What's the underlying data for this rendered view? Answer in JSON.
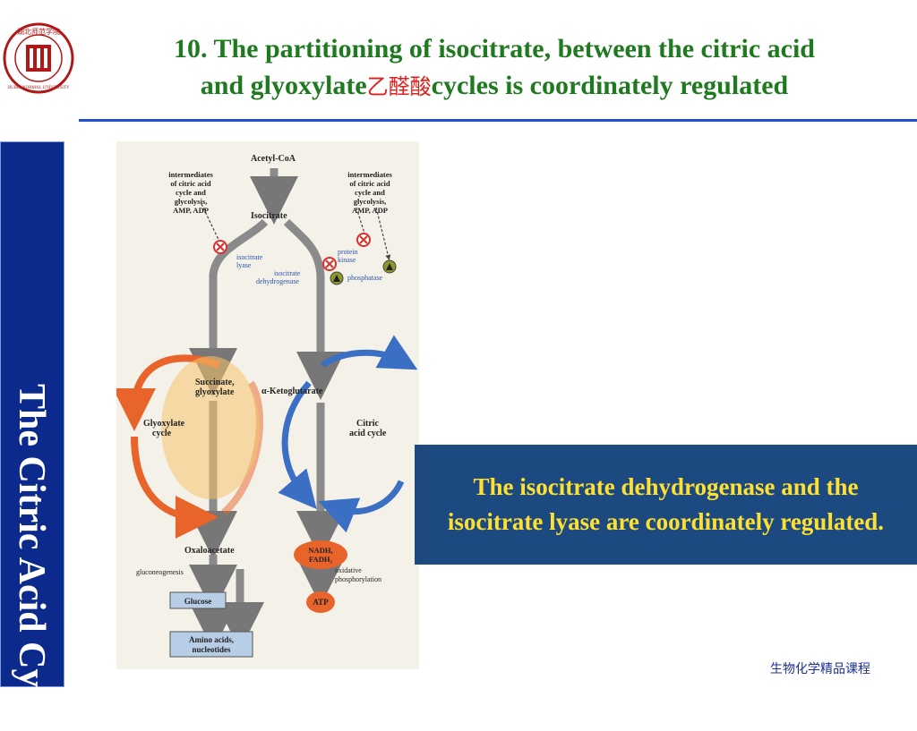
{
  "slide": {
    "title_line1": "10. The partitioning of isocitrate, between the citric acid",
    "title_line2_a": "and glyoxylate",
    "title_line2_cn": "乙醛酸",
    "title_line2_b": "cycles is coordinately regulated",
    "sidebar_title": "The Citric Acid Cycle",
    "callout": "The isocitrate dehydrogenase and the isocitrate lyase are coordinately regulated.",
    "footer": "生物化学精品课程"
  },
  "logo": {
    "ring_text": "湖北师范学院",
    "bottom_text": "HUBEI NORMAL UNIVERSITY"
  },
  "diagram": {
    "acetyl_coa": "Acetyl-CoA",
    "isocitrate": "Isocitrate",
    "left_effectors": [
      "intermediates",
      "of citric acid",
      "cycle and",
      "glycolysis,",
      "AMP, ADP"
    ],
    "right_effectors": [
      "intermediates",
      "of citric acid",
      "cycle and",
      "glycolysis,",
      "AMP, ADP"
    ],
    "isocitrate_lyase": [
      "isocitrate",
      "lyase"
    ],
    "isocitrate_dehydrogenase": [
      "isocitrate",
      "dehydrogenase"
    ],
    "protein_kinase": [
      "protein",
      "kinase"
    ],
    "phosphatase": "phosphatase",
    "succinate_glyoxylate": [
      "Succinate,",
      "glyoxylate"
    ],
    "alpha_ketoglutarate": "α-Ketoglutarate",
    "glyoxylate_cycle": [
      "Glyoxylate",
      "cycle"
    ],
    "citric_acid_cycle": [
      "Citric",
      "acid cycle"
    ],
    "oxaloacetate": "Oxaloacetate",
    "gluconeogenesis": "gluconeogenesis",
    "glucose": "Glucose",
    "amino_acids": [
      "Amino acids,",
      "nucleotides"
    ],
    "nadh_fadh": [
      "NADH,",
      "FADH₂"
    ],
    "oxidative_phosphorylation": [
      "oxidative",
      "phosphorylation"
    ],
    "atp": "ATP"
  },
  "colors": {
    "title_green": "#1f7a1f",
    "title_red": "#e0201a",
    "rule_blue": "#1d4fcf",
    "sidebar_blue": "#0b2a8c",
    "callout_bg": "#1c4a80",
    "callout_text": "#ffe030",
    "glyoxylate_orange": "#e8642a",
    "citric_blue": "#3b6fc4",
    "inhibit_red": "#d9302a",
    "activate_green": "#8a9a2a"
  }
}
